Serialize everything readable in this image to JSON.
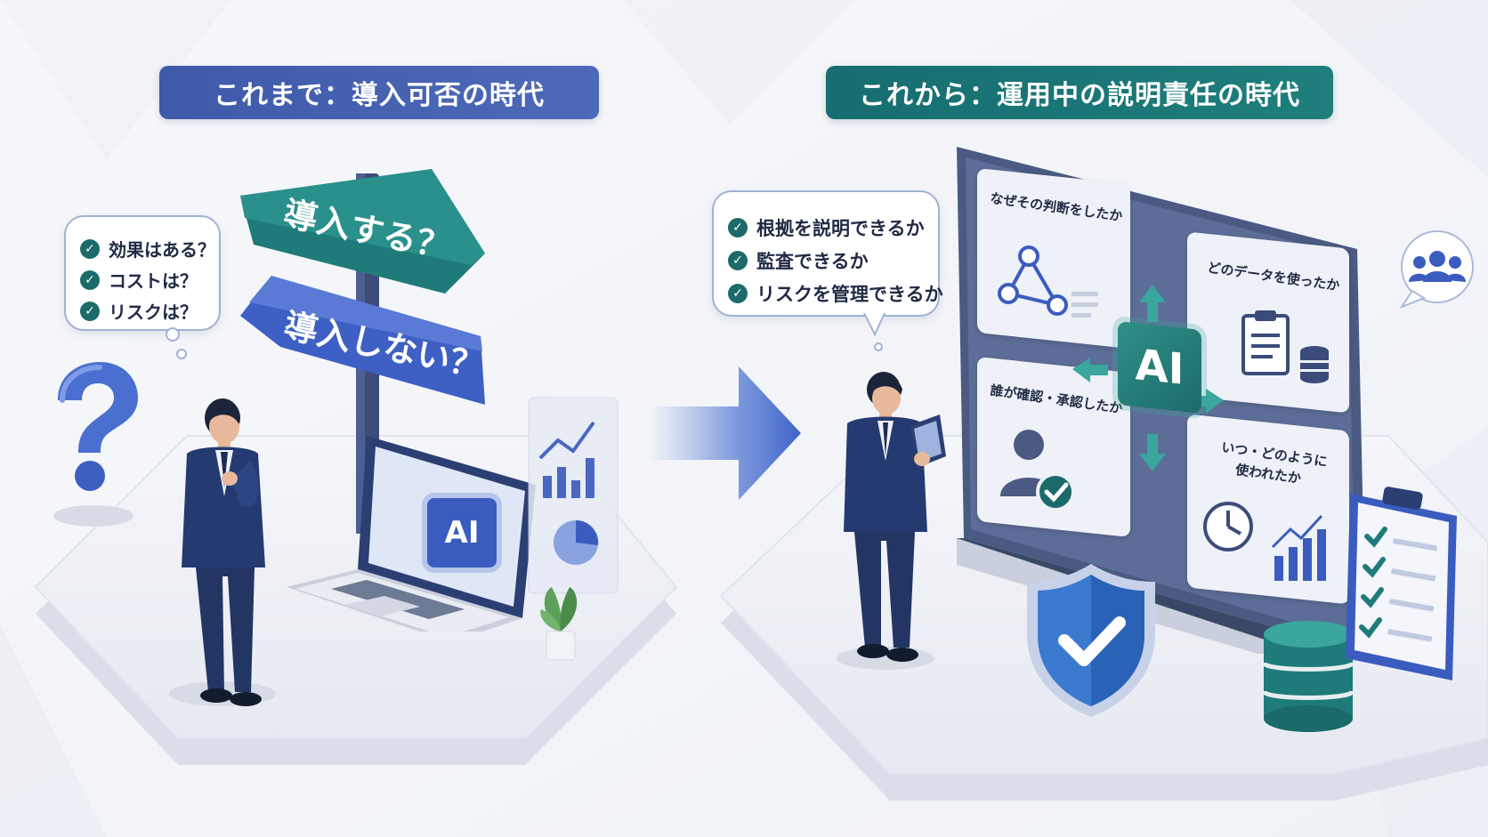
{
  "left": {
    "title": "これまで：導入可否の時代",
    "questions": [
      "効果はある？",
      "コストは？",
      "リスクは？"
    ],
    "sign_yes": "導入する？",
    "sign_no": "導入しない？",
    "laptop_chip": "AI"
  },
  "right": {
    "title": "これから：運用中の説明責任の時代",
    "checks": [
      "根拠を説明できるか",
      "監査できるか",
      "リスクを管理できるか"
    ],
    "ai_core": "AI",
    "cards": [
      {
        "label": "なぜその判断をしたか"
      },
      {
        "label": "どのデータを使ったか"
      },
      {
        "label": "誰が確認・承認したか"
      },
      {
        "label_line1": "いつ・どのように",
        "label_line2": "使われたか"
      }
    ]
  },
  "icons": {
    "check": "check-icon",
    "question": "question-mark-icon",
    "arrow": "transition-arrow-icon",
    "users": "users-icon",
    "shield": "shield-check-icon",
    "database": "database-icon",
    "clipboard": "clipboard-checklist-icon"
  },
  "colors": {
    "navy": "#2a3f78",
    "blue": "#4a67c2",
    "teal": "#1c6b6a",
    "teal_light": "#2f8f88"
  }
}
